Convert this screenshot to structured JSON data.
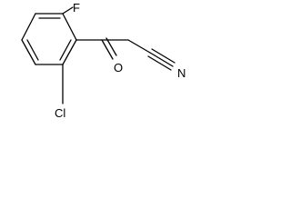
{
  "molecule": {
    "atoms": {
      "fluorine": "F",
      "chlorine": "Cl",
      "oxygen": "O",
      "nitrogen": "N"
    }
  },
  "colors": {
    "bond": "#000000",
    "background": "#ffffff"
  }
}
